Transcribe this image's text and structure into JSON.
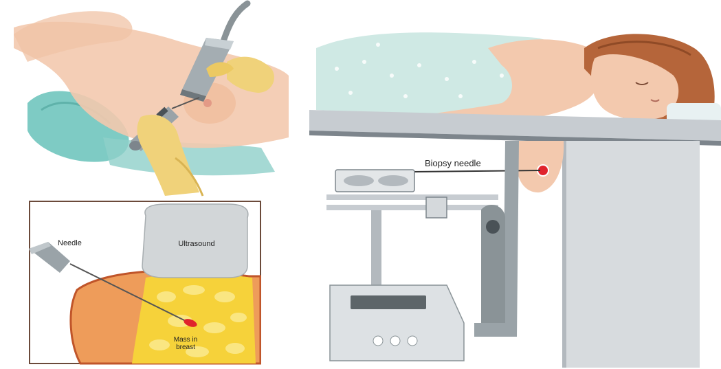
{
  "labels": {
    "needle": "Needle",
    "ultrasound": "Ultrasound",
    "mass_line1": "Mass in",
    "mass_line2": "breast",
    "biopsy_needle": "Biopsy needle"
  },
  "colors": {
    "skin": "#f3c9ae",
    "skin_shadow": "#e0a98a",
    "glove": "#f0d27a",
    "glove_shadow": "#d9b453",
    "pillow": "#7ecbc4",
    "probe": "#9aa3a8",
    "gown": "#cfe9e4",
    "hair": "#b5653a",
    "table_metal": "#c7ccd1",
    "table_dark": "#7d858c",
    "tissue_orange": "#ee9c5a",
    "tissue_border": "#c0552a",
    "fat_yellow": "#f6d23a",
    "mass_red": "#e0232c",
    "inset_border": "#6b4a3a"
  },
  "icons": [
    "ultrasound-probe-icon",
    "biopsy-needle-icon",
    "mass-marker-icon"
  ]
}
